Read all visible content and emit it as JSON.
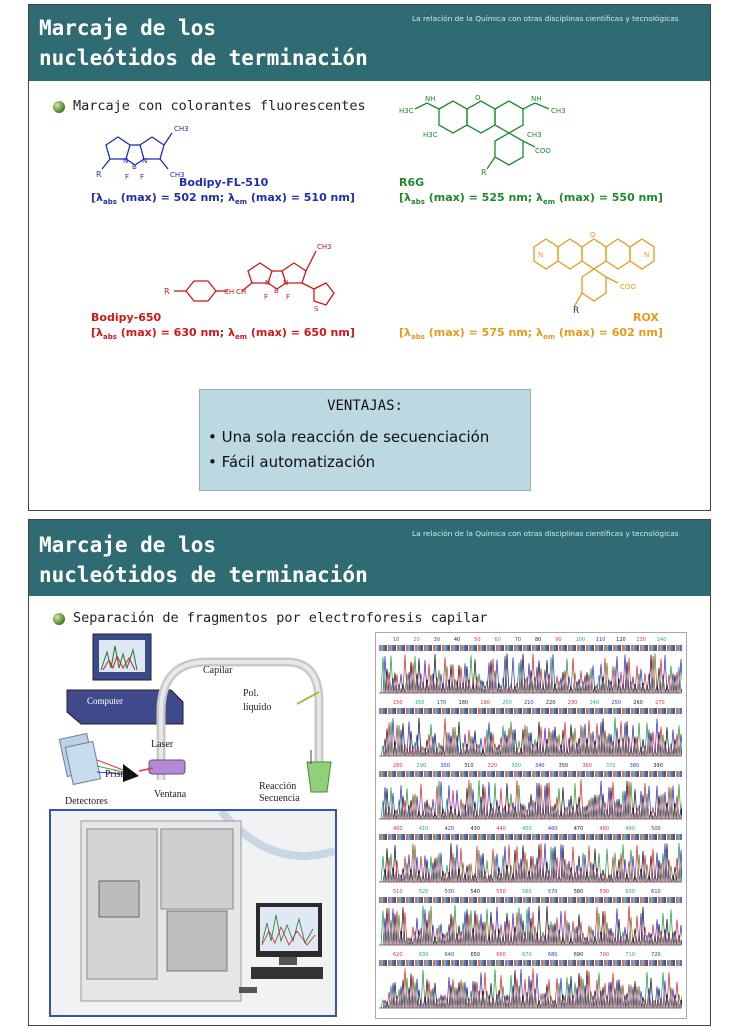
{
  "slide1": {
    "header": {
      "title": "Marcaje de los\nnucleótidos de terminación",
      "subtitle": "La relación de la Química con otras disciplinas científicas y tecnológicas"
    },
    "bullet": "Marcaje con colorantes fluorescentes",
    "dyes": [
      {
        "name": "Bodipy-FL-510",
        "abs": "(max) = 502 nm;",
        "em": "(max) = 510 nm]",
        "color": "#1f2fa8"
      },
      {
        "name": "R6G",
        "abs": "(max) = 525 nm;",
        "em": "(max) = 550 nm]",
        "color": "#1d8a2c"
      },
      {
        "name": "Bodipy-650",
        "abs": "(max) = 630 nm;",
        "em": "(max) = 650 nm]",
        "color": "#cc1818"
      },
      {
        "name": "ROX",
        "abs": "(max) = 575 nm;",
        "em": "(max) = 602 nm]",
        "color": "#e69a1c"
      }
    ],
    "lambda": "[λ",
    "sub_abs": "abs",
    "sub_em": "em",
    "lambda_plain": "λ",
    "atoms": {
      "ch3": "CH3",
      "r": "R",
      "n": "N",
      "b": "B",
      "f": "F",
      "h": "H",
      "o": "O",
      "s": "S",
      "h3c": "H3C",
      "nh": "NH",
      "ch": "CH",
      "coo": "COO",
      "minus": "−",
      "plus": "+"
    },
    "ventajas": {
      "title": "VENTAJAS:",
      "items": [
        "• Una sola reacción de secuenciación",
        "• Fácil automatización"
      ]
    }
  },
  "slide2": {
    "header": {
      "title": "Marcaje de los\nnucleótidos de terminación",
      "subtitle": "La relación de la Química con otras disciplinas científicas y tecnológicas"
    },
    "bullet": "Separación de fragmentos por electroforesis capilar",
    "diagram": {
      "capilar": "Capilar",
      "pol": "Pol.",
      "liquido": "líquido",
      "laser": "Laser",
      "prisma": "Prisma",
      "ventana": "Ventana",
      "detectores": "Detectores",
      "reaccion": "Reacción",
      "secuencia": "Secuencia",
      "computer": "Computer"
    },
    "trace_rows": [
      [
        "10",
        "20",
        "30",
        "40",
        "50",
        "60",
        "70",
        "80",
        "90",
        "100",
        "110",
        "120",
        "130",
        "140"
      ],
      [
        "150",
        "160",
        "170",
        "180",
        "190",
        "200",
        "210",
        "220",
        "230",
        "240",
        "250",
        "260",
        "270"
      ],
      [
        "280",
        "290",
        "300",
        "310",
        "320",
        "330",
        "340",
        "350",
        "360",
        "370",
        "380",
        "390"
      ],
      [
        "400",
        "410",
        "420",
        "430",
        "440",
        "450",
        "460",
        "470",
        "480",
        "490",
        "500"
      ],
      [
        "510",
        "520",
        "530",
        "540",
        "550",
        "560",
        "570",
        "580",
        "590",
        "600",
        "610"
      ],
      [
        "620",
        "630",
        "640",
        "650",
        "660",
        "670",
        "680",
        "690",
        "700",
        "710",
        "720"
      ]
    ]
  }
}
